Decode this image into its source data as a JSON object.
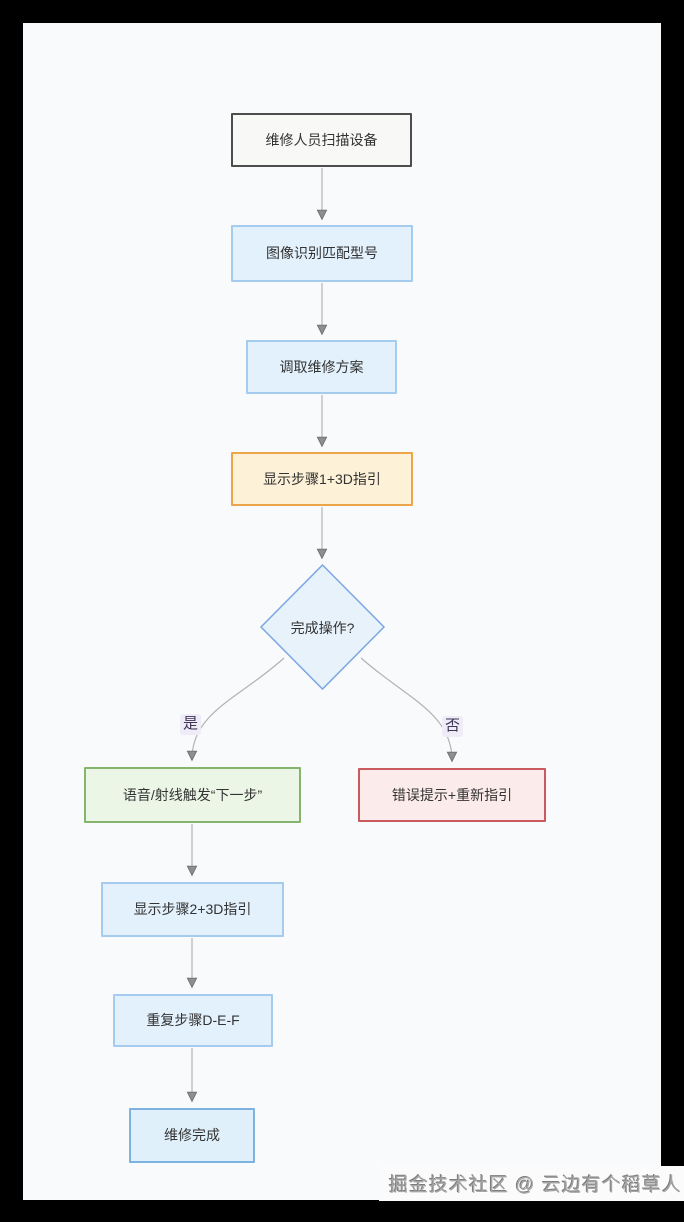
{
  "page": {
    "background": "#000000",
    "panel_background": "#f9fafb"
  },
  "diagram": {
    "type": "flowchart",
    "nodes": [
      {
        "id": "A",
        "label": "维修人员扫描设备",
        "shape": "rect",
        "role": "start",
        "fill": "#f8f8f6",
        "border": "#4d4d4d"
      },
      {
        "id": "B",
        "label": "图像识别匹配型号",
        "shape": "rect",
        "role": "process",
        "fill": "#e2f1fc",
        "border": "#a5cbee"
      },
      {
        "id": "C",
        "label": "调取维修方案",
        "shape": "rect",
        "role": "process",
        "fill": "#e2f1fc",
        "border": "#a5cbee"
      },
      {
        "id": "D",
        "label": "显示步骤1+3D指引",
        "shape": "rect",
        "role": "highlight",
        "fill": "#fdf1d7",
        "border": "#eca54a"
      },
      {
        "id": "E",
        "label": "完成操作?",
        "shape": "diamond",
        "role": "decision",
        "fill": "#e7f2fb",
        "border": "#7ba7e3"
      },
      {
        "id": "F",
        "label": "语音/射线触发“下一步”",
        "shape": "rect",
        "role": "yes-path",
        "fill": "#ecf6e6",
        "border": "#85b46c"
      },
      {
        "id": "G",
        "label": "错误提示+重新指引",
        "shape": "rect",
        "role": "no-path",
        "fill": "#fcebeb",
        "border": "#cb5a5e"
      },
      {
        "id": "H",
        "label": "显示步骤2+3D指引",
        "shape": "rect",
        "role": "process",
        "fill": "#e2f1fc",
        "border": "#a5cbee"
      },
      {
        "id": "I",
        "label": "重复步骤D-E-F",
        "shape": "rect",
        "role": "process",
        "fill": "#e2f1fc",
        "border": "#a5cbee"
      },
      {
        "id": "J",
        "label": "维修完成",
        "shape": "rect",
        "role": "end",
        "fill": "#dff0fb",
        "border": "#7cb1e0"
      }
    ],
    "edges": [
      {
        "from": "A",
        "to": "B",
        "label": ""
      },
      {
        "from": "B",
        "to": "C",
        "label": ""
      },
      {
        "from": "C",
        "to": "D",
        "label": ""
      },
      {
        "from": "D",
        "to": "E",
        "label": ""
      },
      {
        "from": "E",
        "to": "F",
        "label": "是"
      },
      {
        "from": "E",
        "to": "G",
        "label": "否"
      },
      {
        "from": "F",
        "to": "H",
        "label": ""
      },
      {
        "from": "H",
        "to": "I",
        "label": ""
      },
      {
        "from": "I",
        "to": "J",
        "label": ""
      }
    ],
    "edge_labels": {
      "yes": "是",
      "no": "否"
    },
    "connector_color": "#b3b3b3",
    "arrowhead_color": "#8f8f8f"
  },
  "watermark": {
    "text": "掘金技术社区 @ 云边有个稻草人"
  }
}
